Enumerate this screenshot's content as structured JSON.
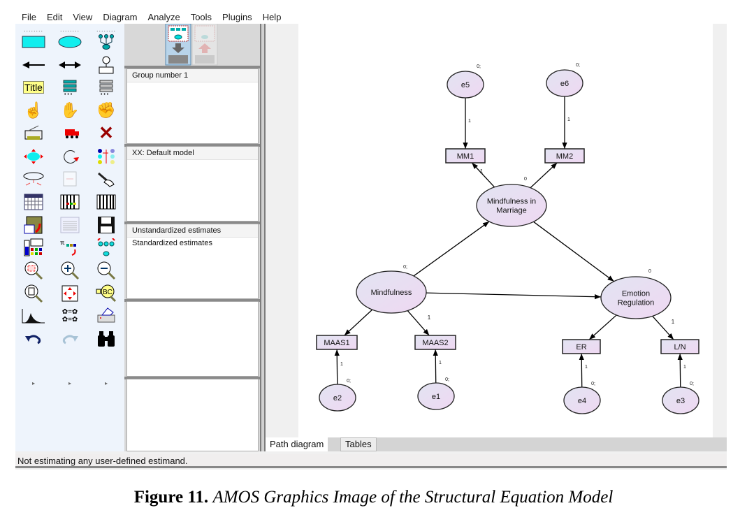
{
  "menu": [
    "File",
    "Edit",
    "View",
    "Diagram",
    "Analyze",
    "Tools",
    "Plugins",
    "Help"
  ],
  "toolbox": {
    "rows": [
      [
        "draw-observed-variable-icon",
        "draw-unobserved-variable-icon",
        "draw-latent-indicator-icon"
      ],
      [
        "draw-path-icon",
        "draw-covariance-icon",
        "add-unique-variable-icon"
      ],
      [
        "figure-caption-icon",
        "list-variables-in-model-icon",
        "list-variables-in-dataset-icon"
      ],
      [
        "select-one-object-icon",
        "select-all-objects-icon",
        "deselect-all-icon"
      ],
      [
        "duplicate-objects-icon",
        "move-objects-icon",
        "erase-objects-icon"
      ],
      [
        "change-shape-icon",
        "rotate-indicators-icon",
        "reflect-indicators-icon"
      ],
      [
        "move-parameter-icon",
        "reposition-icon",
        "touch-up-icon"
      ],
      [
        "select-data-files-icon",
        "analysis-properties-icon",
        "calculate-estimates-icon"
      ],
      [
        "copy-to-clipboard-icon",
        "view-text-icon",
        "save-diagram-icon"
      ],
      [
        "object-properties-icon",
        "drag-properties-icon",
        "preserve-symmetries-icon"
      ],
      [
        "zoom-in-area-icon",
        "zoom-in-icon",
        "zoom-out-icon"
      ],
      [
        "show-page-icon",
        "resize-to-fit-icon",
        "magnifying-glass-icon"
      ],
      [
        "degrees-of-freedom-icon",
        "multiple-group-icon",
        "print-icon"
      ],
      [
        "undo-icon",
        "redo-icon",
        "specification-search-icon"
      ]
    ],
    "title_label": "Title"
  },
  "panels": {
    "groups": {
      "header": "Group number 1"
    },
    "models": {
      "header": "XX: Default model"
    },
    "estimates": {
      "items": [
        "Unstandardized estimates",
        "Standardized estimates"
      ]
    }
  },
  "tabs": [
    "Path diagram",
    "Tables"
  ],
  "status": "Not estimating any user-defined estimand.",
  "caption": {
    "label": "Figure 11.",
    "text": "AMOS Graphics Image of the Structural Equation Model"
  },
  "diagram": {
    "latents": [
      {
        "id": "mim",
        "lines": [
          "Mindfulness in",
          "Marriage"
        ],
        "param": "0"
      },
      {
        "id": "mind",
        "lines": [
          "Mindfulness"
        ],
        "param": "0;"
      },
      {
        "id": "er",
        "lines": [
          "Emotion",
          "Regulation"
        ],
        "param": "0"
      }
    ],
    "observed": [
      {
        "id": "MM1",
        "label": "MM1"
      },
      {
        "id": "MM2",
        "label": "MM2"
      },
      {
        "id": "MAAS1",
        "label": "MAAS1"
      },
      {
        "id": "MAAS2",
        "label": "MAAS2"
      },
      {
        "id": "ER",
        "label": "ER"
      },
      {
        "id": "LN",
        "label": "L/N"
      }
    ],
    "errors": [
      {
        "id": "e5",
        "label": "e5",
        "param": "0;",
        "loading": "1"
      },
      {
        "id": "e6",
        "label": "e6",
        "param": "0;",
        "loading": "1"
      },
      {
        "id": "e2",
        "label": "e2",
        "param": "0;",
        "loading": "1"
      },
      {
        "id": "e1",
        "label": "e1",
        "param": "0;",
        "loading": "1"
      },
      {
        "id": "e4",
        "label": "e4",
        "param": "0;",
        "loading": "1"
      },
      {
        "id": "e3",
        "label": "e3",
        "param": "0;",
        "loading": "1"
      }
    ],
    "path_labels": {
      "mim_mm1": "1",
      "mind_maas2": "1",
      "er_ln": "1"
    }
  }
}
